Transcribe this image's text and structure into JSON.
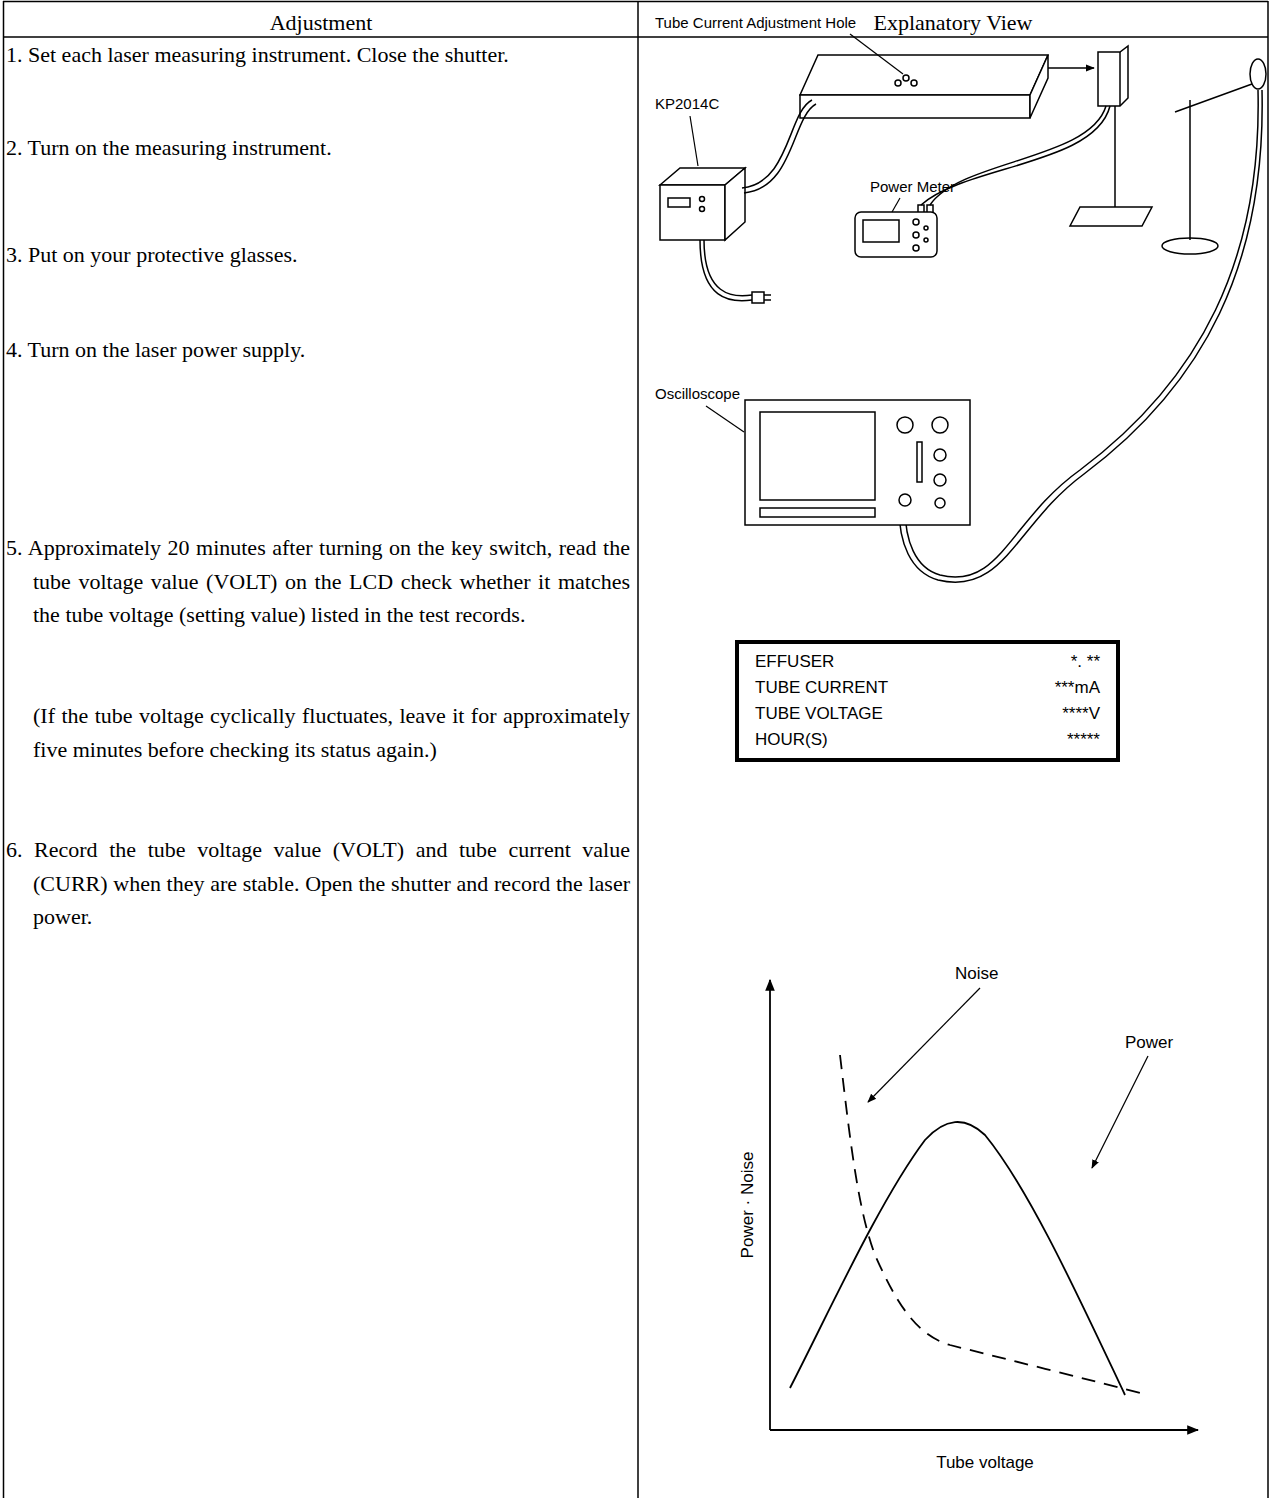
{
  "diagram": {
    "nodes": [
      {
        "text": [
          "EFFUSER",
          "*. **",
          "TUBE CURRENT",
          "***mA",
          "TUBE VOLTAGE",
          "****V",
          "HOUR(S)",
          "*****"
        ]
      }
    ],
    "labels": [
      "Adjustment",
      "Explanatory View",
      "1. Set each laser measuring instrument. Close the shutter.",
      "2. Turn on the measuring instrument.",
      "3. Put on your protective glasses.",
      "4. Turn on the laser power supply.",
      "5. Approximately 20 minutes after turning on the key switch, read the tube voltage value (VOLT) on the LCD check whether it matches the tube voltage (setting value) listed in the test records.",
      "(If the tube voltage cyclically fluctuates, leave it for approximately five minutes before checking its status again.)",
      "6. Record the tube voltage value (VOLT) and tube current value (CURR) when they are stable. Open the shutter and record the laser power.",
      "Tube Current Adjustment Hole",
      "KP2014C",
      "Power Meter",
      "Oscilloscope",
      "Noise",
      "Power",
      "Power · Noise",
      "Tube voltage"
    ]
  }
}
